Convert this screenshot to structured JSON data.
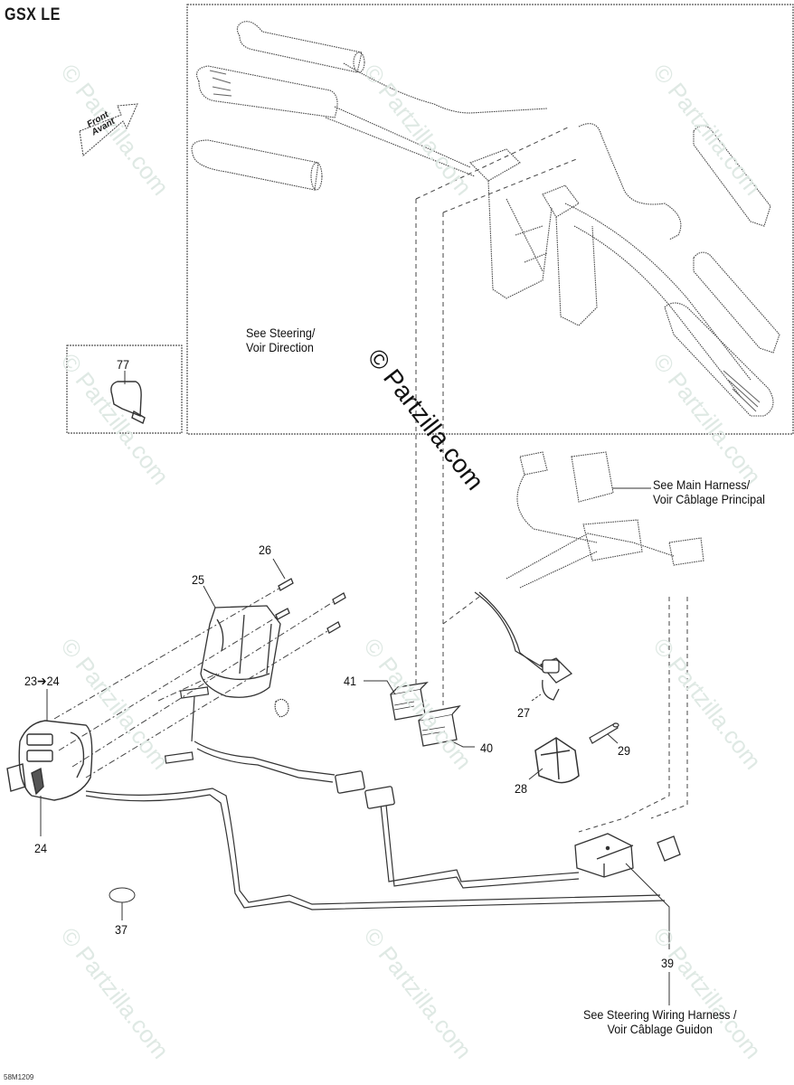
{
  "diagram": {
    "title": "GSX LE",
    "drawing_code": "58M1209",
    "direction_arrow": {
      "line1": "Front",
      "line2": "Avant"
    },
    "watermark": "© Partzilla.com",
    "notes": {
      "steering": {
        "line1": "See Steering/",
        "line2": "Voir Direction"
      },
      "main_harness": {
        "line1": "See Main Harness/",
        "line2": "Voir Câblage Principal"
      },
      "steering_wiring": {
        "line1": "See Steering Wiring Harness /",
        "line2": "Voir Câblage Guidon"
      }
    },
    "callouts": [
      {
        "id": "c77",
        "label": "77",
        "part": "clip"
      },
      {
        "id": "c26",
        "label": "26",
        "part": "screw"
      },
      {
        "id": "c25",
        "label": "25",
        "part": "switch-housing"
      },
      {
        "id": "c23",
        "label": "23➔24",
        "part": "switch-assembly"
      },
      {
        "id": "c24",
        "label": "24",
        "part": "switch-module"
      },
      {
        "id": "c41",
        "label": "41",
        "part": "connector"
      },
      {
        "id": "c40",
        "label": "40",
        "part": "connector"
      },
      {
        "id": "c27",
        "label": "27",
        "part": "switch"
      },
      {
        "id": "c29",
        "label": "29",
        "part": "pin"
      },
      {
        "id": "c28",
        "label": "28",
        "part": "knob"
      },
      {
        "id": "c37",
        "label": "37",
        "part": "decal"
      },
      {
        "id": "c39",
        "label": "39",
        "part": "wiring-harness"
      }
    ]
  }
}
